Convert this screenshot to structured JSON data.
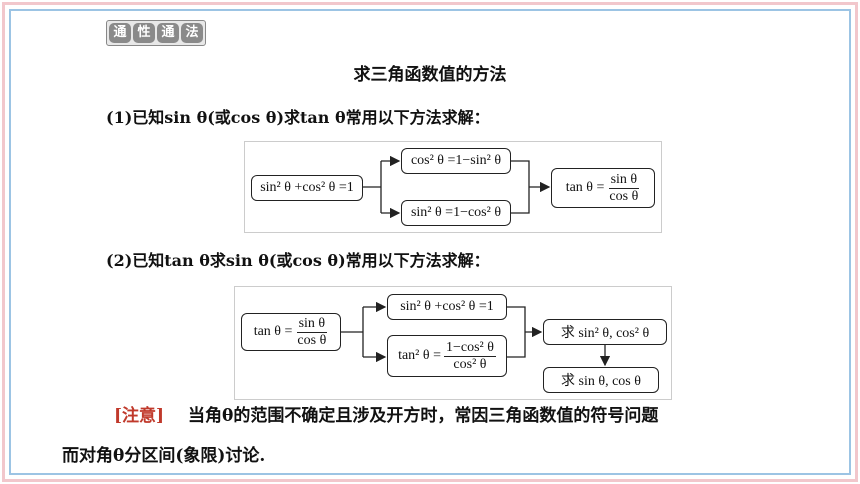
{
  "badge": [
    "通",
    "性",
    "通",
    "法"
  ],
  "title": "求三角函数值的方法",
  "line1": "(1)已知sin θ(或cos θ)求tan θ常用以下方法求解：",
  "diagram1": {
    "start": "sin² θ +cos² θ =1",
    "upper": "cos² θ =1−sin² θ",
    "lower": "sin² θ =1−cos² θ",
    "result_lhs": "tan θ =",
    "result_num": "sin θ",
    "result_den": "cos θ"
  },
  "line2": "(2)已知tan θ求sin θ(或cos θ)常用以下方法求解：",
  "diagram2": {
    "start_lhs": "tan θ =",
    "start_num": "sin θ",
    "start_den": "cos θ",
    "upper": "sin² θ +cos² θ =1",
    "lower_lhs": "tan² θ =",
    "lower_num": "1−cos² θ",
    "lower_den": "cos² θ",
    "middle": "求 sin² θ, cos² θ",
    "final": "求 sin θ, cos θ"
  },
  "note": {
    "tag": "[注意]",
    "text1": "当角θ的范围不确定且涉及开方时，常因三角函数值的符号问题",
    "text2": "而对角θ分区间(象限)讨论."
  }
}
